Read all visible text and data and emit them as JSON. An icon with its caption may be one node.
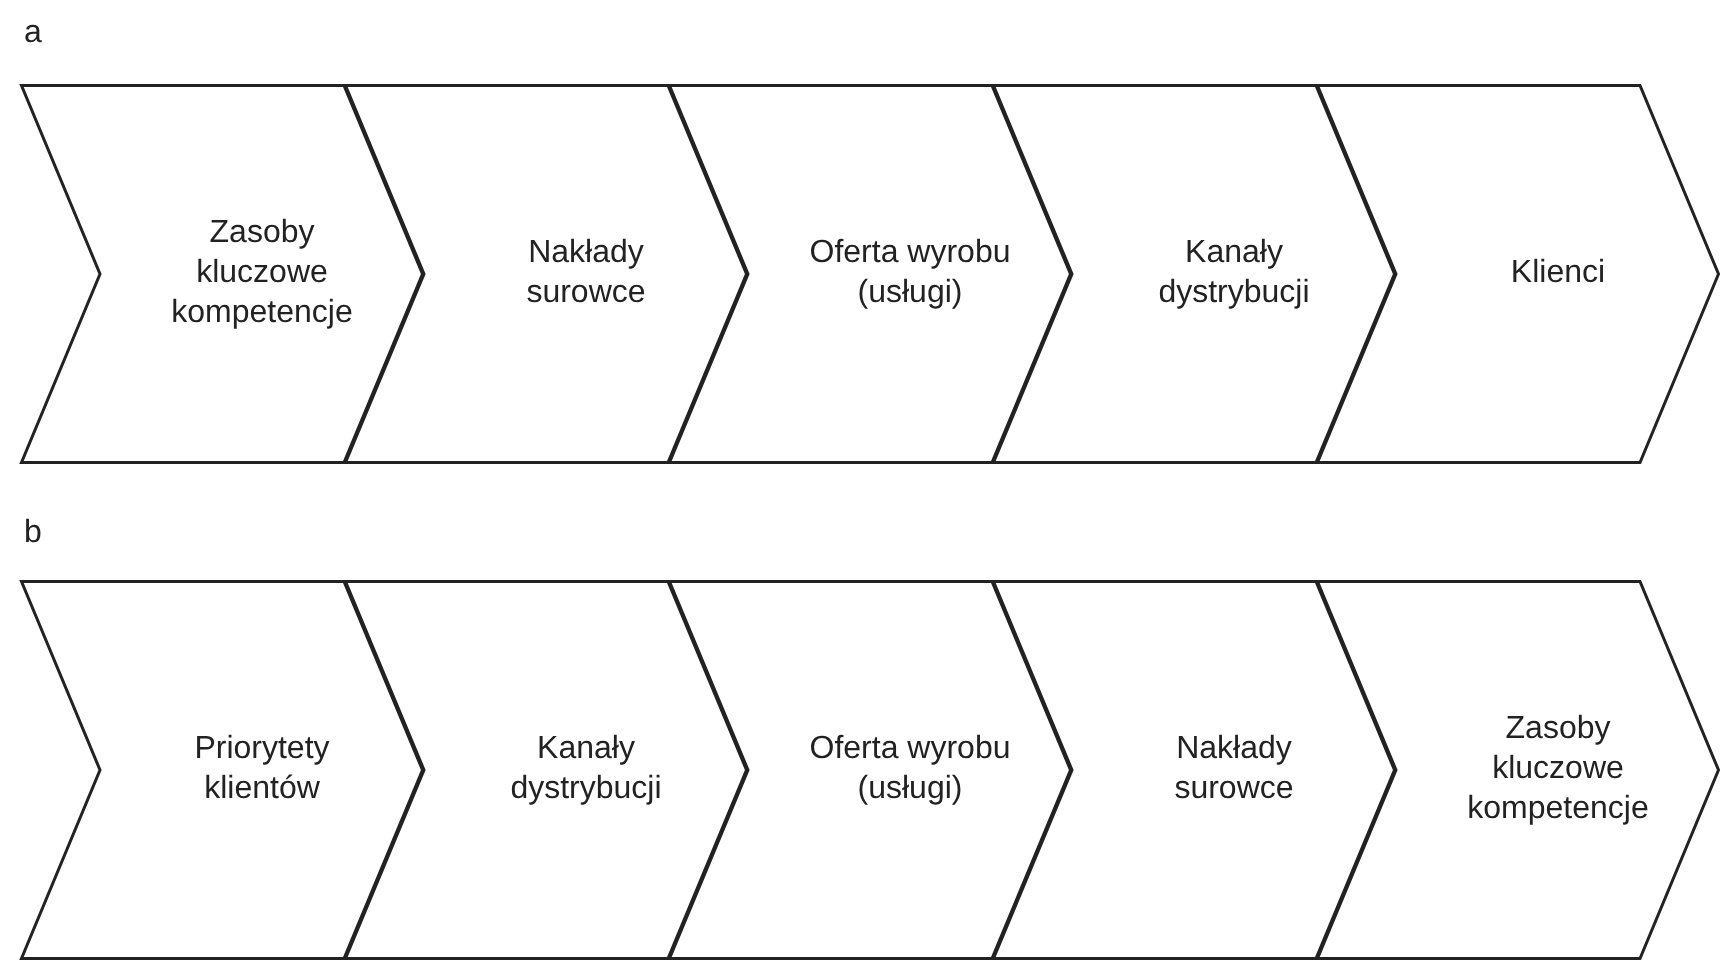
{
  "diagram": {
    "nodes": [
      {
        "text": [
          "Zasoby kluczowe kompetencje"
        ]
      },
      {
        "text": [
          "Nakłady surowce"
        ]
      },
      {
        "text": [
          "Oferta wyrobu (usługi)"
        ]
      },
      {
        "text": [
          "Kanały dystrybucji"
        ]
      },
      {
        "text": [
          "Klienci"
        ]
      },
      {
        "text": [
          "Priorytety klientów"
        ]
      },
      {
        "text": [
          "Kanały dystrybucji"
        ]
      },
      {
        "text": [
          "Oferta wyrobu (usługi)"
        ]
      },
      {
        "text": [
          "Nakłady surowce"
        ]
      },
      {
        "text": [
          "Zasoby kluczowe kompetencje"
        ]
      }
    ],
    "edges": [],
    "labels": [
      "a",
      "b"
    ]
  }
}
